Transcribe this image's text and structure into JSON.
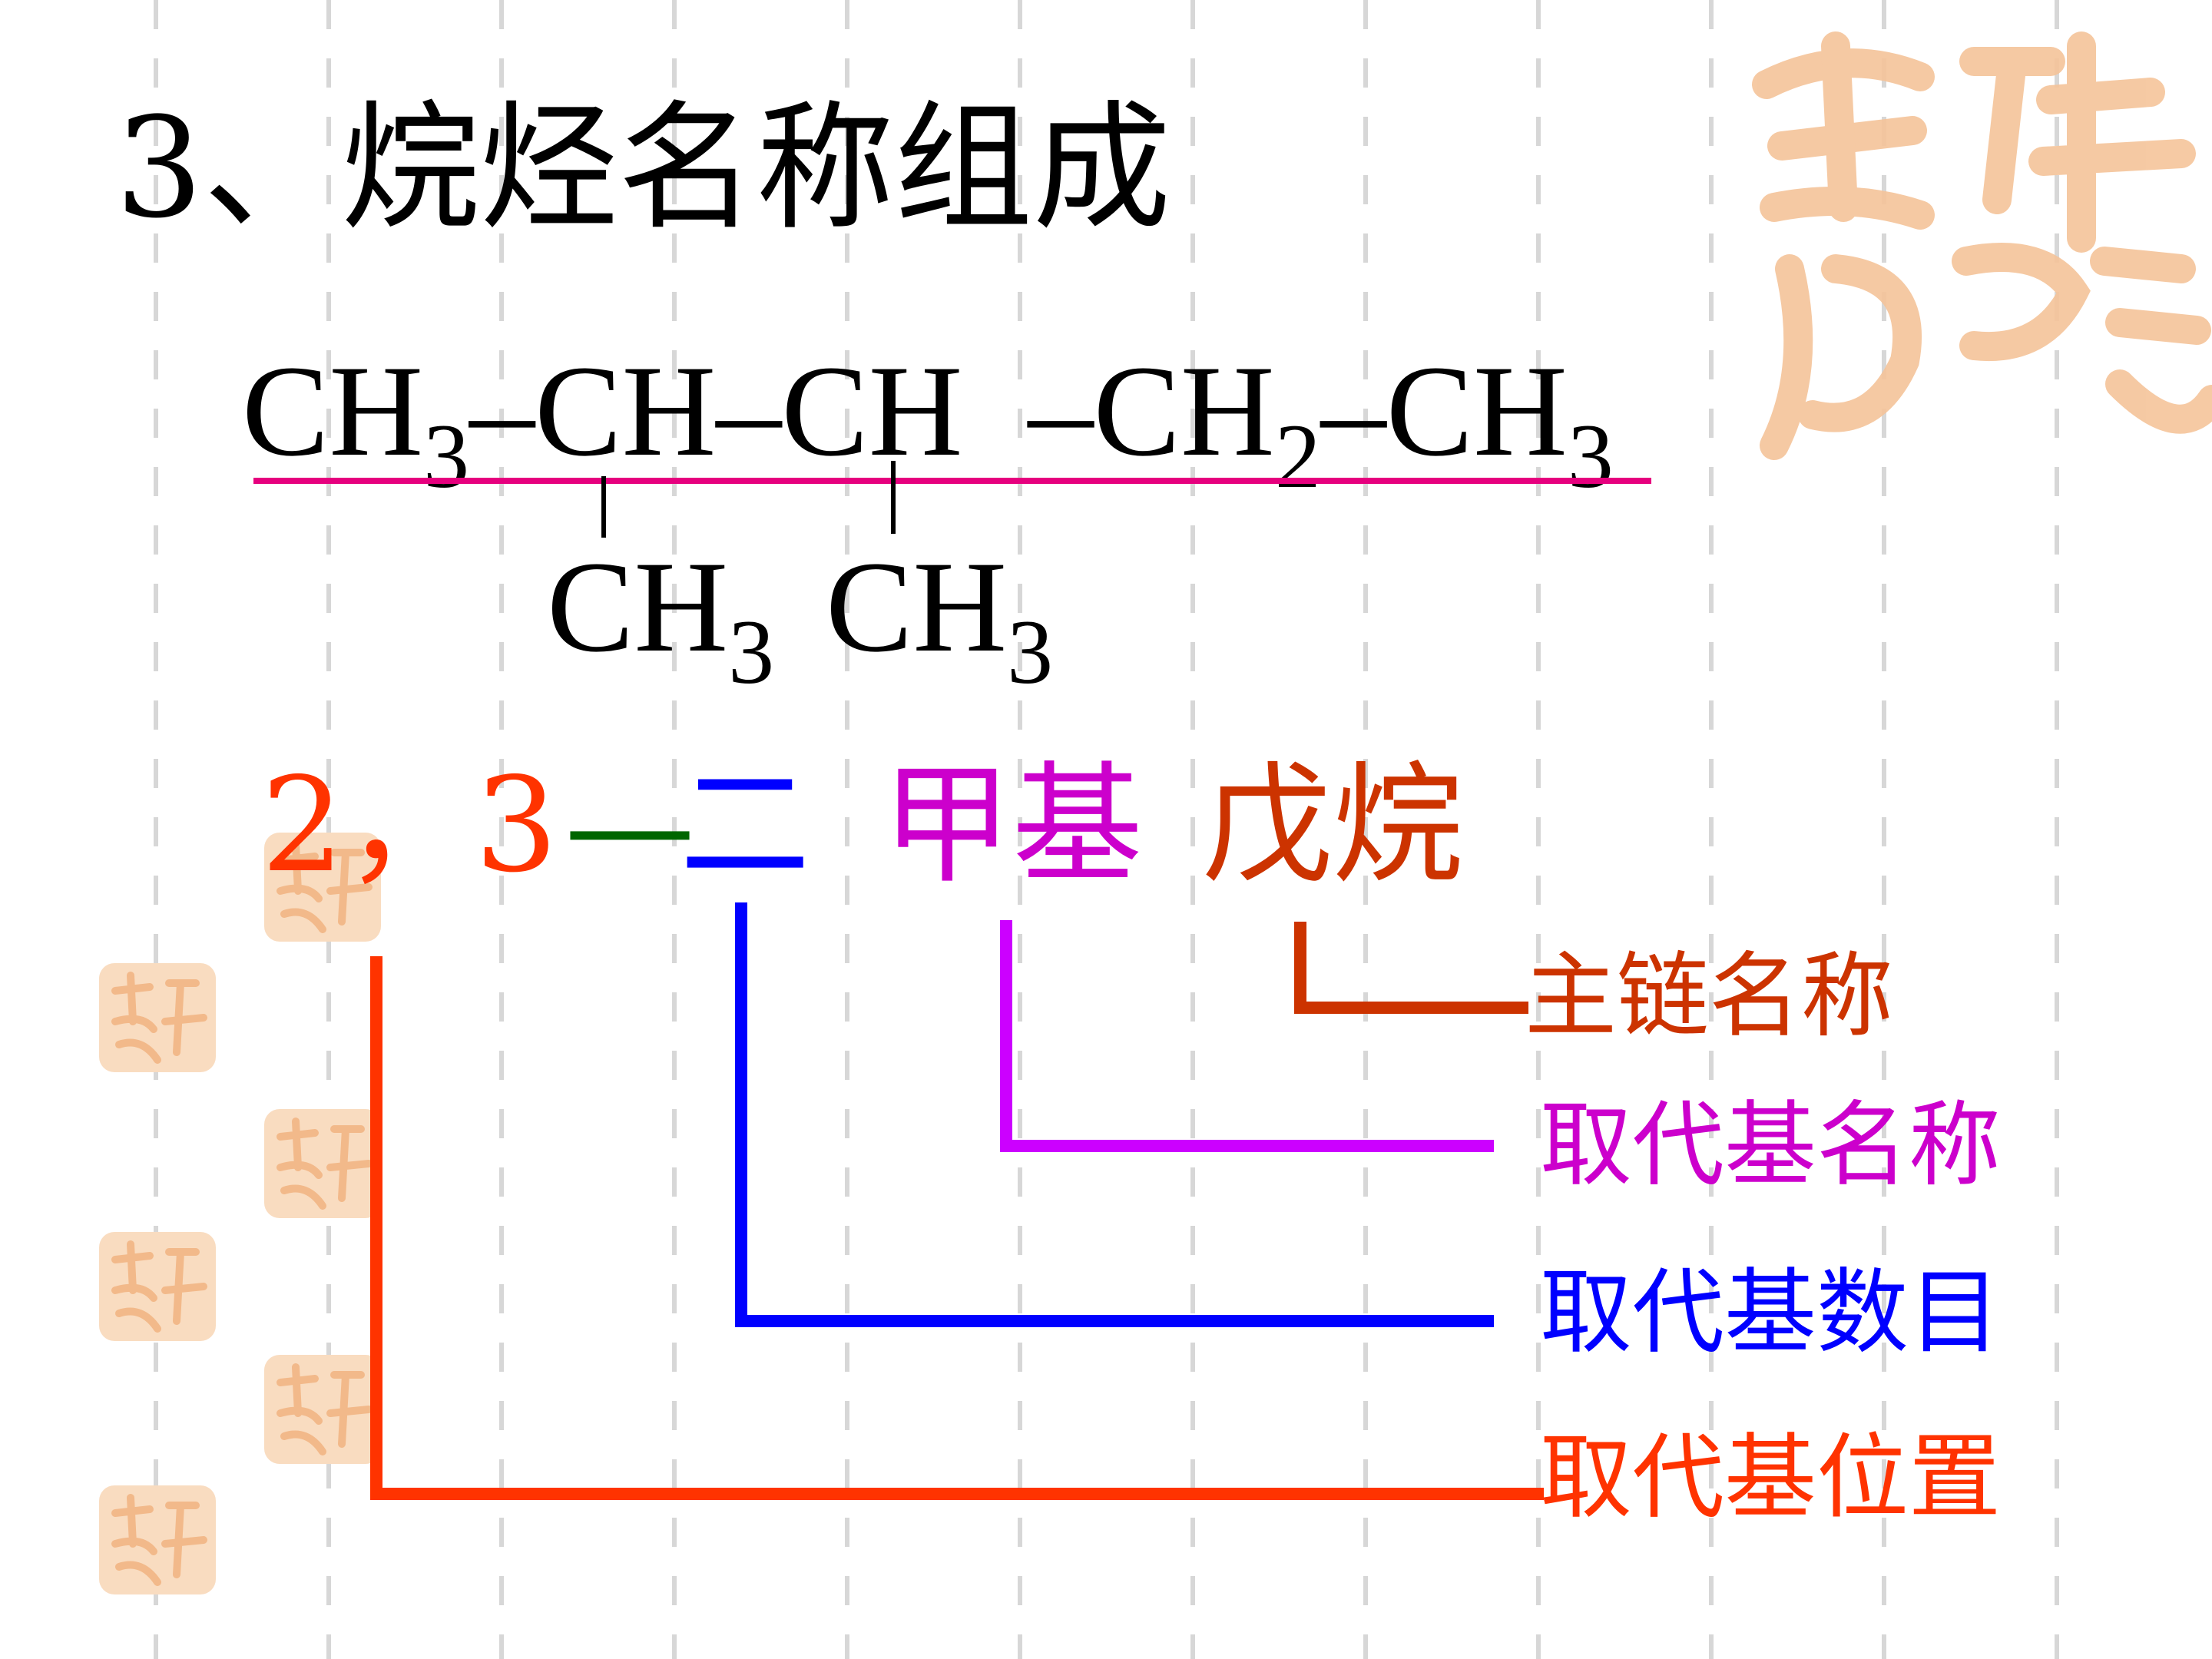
{
  "title": "3、烷烃名称组成",
  "formula": {
    "main_chain": [
      {
        "group": "CH",
        "sub": "3",
        "bond_after": "–"
      },
      {
        "group": "CH",
        "sub": "",
        "bond_after": "–"
      },
      {
        "group": "CH",
        "sub": "",
        "bond_after": "–"
      },
      {
        "group": "CH",
        "sub": "2",
        "bond_after": "–"
      },
      {
        "group": "CH",
        "sub": "3",
        "bond_after": ""
      }
    ],
    "branches": [
      {
        "group": "CH",
        "sub": "3"
      },
      {
        "group": "CH",
        "sub": "3"
      }
    ]
  },
  "name_parts": {
    "positions": "2，3",
    "dash": "—",
    "count": "二",
    "substituent": "甲基",
    "main_chain": "戊烷"
  },
  "labels": {
    "main_chain_name": "主链名称",
    "substituent_name": "取代基名称",
    "substituent_count": "取代基数目",
    "substituent_position": "取代基位置"
  },
  "colors": {
    "positions": "#ff3300",
    "dash": "#006600",
    "count": "#0000ff",
    "substituent": "#cc00cc",
    "main_chain": "#cc3300",
    "chain_underline": "#e6007e",
    "stamp": "#f5c49a"
  },
  "icons": {
    "watermark": "auspicious-seal-icon"
  }
}
